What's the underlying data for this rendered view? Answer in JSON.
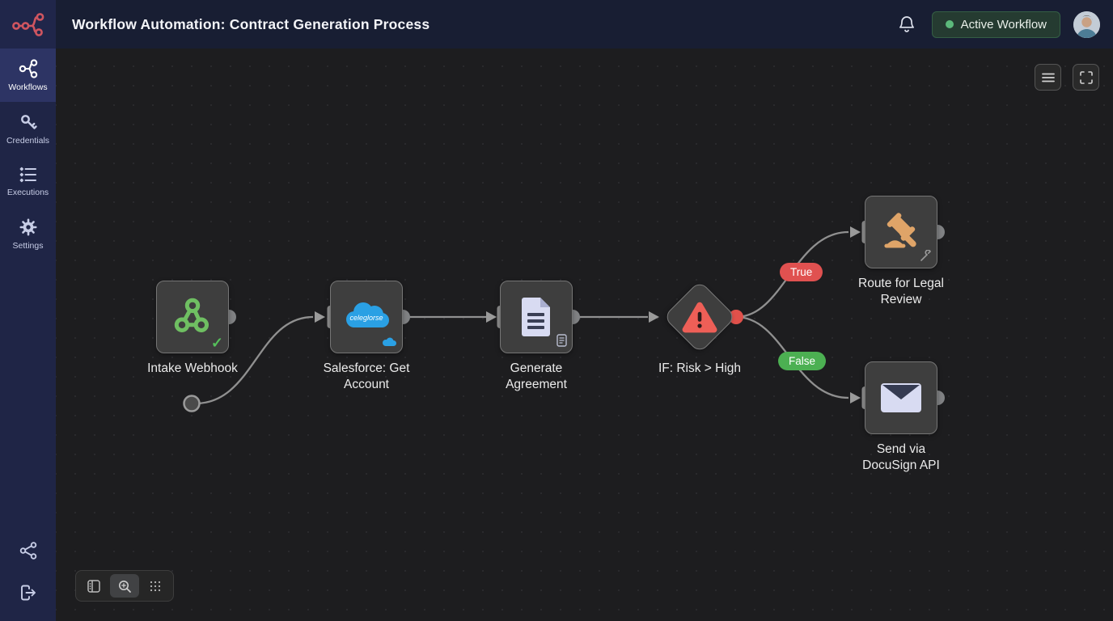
{
  "topbar": {
    "title": "Workflow Automation: Contract Generation Process",
    "status_badge": {
      "label": "Active Workflow",
      "dot_color": "#5cb97b",
      "bg": "#253b31"
    },
    "icons": {
      "logo": "workflow-graph-logo",
      "bell": "notification-bell",
      "avatar": "user-photo"
    }
  },
  "sidebar": {
    "items": [
      {
        "label": "Workflows",
        "icon": "workflow-nodes-icon",
        "active": true
      },
      {
        "label": "Credentials",
        "icon": "key-icon",
        "active": false
      },
      {
        "label": "Executions",
        "icon": "list-icon",
        "active": false
      },
      {
        "label": "Settings",
        "icon": "gear-icon",
        "active": false
      }
    ],
    "bottom_icons": [
      "share-nodes-icon",
      "logout-icon"
    ]
  },
  "canvas": {
    "nodes": [
      {
        "id": "intake-webhook",
        "label": "Intake Webhook",
        "icon": "webhook-icon",
        "badge": "success-check"
      },
      {
        "id": "salesforce-get-account",
        "label": "Salesforce: Get Account",
        "icon": "salesforce-cloud-icon",
        "logo_text": "celeglorse",
        "badge": "cloud-badge"
      },
      {
        "id": "generate-agreement",
        "label": "Generate Agreement",
        "icon": "document-icon",
        "badge": "document-badge"
      },
      {
        "id": "if-risk-high",
        "label": "IF: Risk > High",
        "icon": "warning-triangle-icon",
        "shape": "diamond"
      },
      {
        "id": "route-legal-review",
        "label": "Route for Legal Review",
        "icon": "gavel-icon",
        "badge": "wrench-badge"
      },
      {
        "id": "send-docusign",
        "label": "Send via DocuSign API",
        "icon": "envelope-icon"
      }
    ],
    "connections": [
      {
        "from": "intake-webhook",
        "to": "salesforce-get-account"
      },
      {
        "from": "salesforce-get-account",
        "to": "generate-agreement"
      },
      {
        "from": "generate-agreement",
        "to": "if-risk-high"
      },
      {
        "from": "if-risk-high",
        "to": "route-legal-review",
        "label": "True",
        "color": "#e05150"
      },
      {
        "from": "if-risk-high",
        "to": "send-docusign",
        "label": "False",
        "color": "#4cb052"
      }
    ],
    "controls": {
      "menu": "menu-icon",
      "fit_view": "fit-view-icon"
    },
    "toolbar": [
      "panel-icon",
      "zoom-icon",
      "grid-dots-icon"
    ],
    "colors": {
      "edge": "#909090",
      "node_bg": "#3e3e3e",
      "node_border": "#757575",
      "if_port": "#e0514b",
      "webhook_green": "#6fbf62",
      "salesforce_blue": "#2aa0e4",
      "doc_lavender": "#d8dbf2",
      "gavel_tan": "#dfa468",
      "warning_red": "#ee5f57"
    }
  }
}
